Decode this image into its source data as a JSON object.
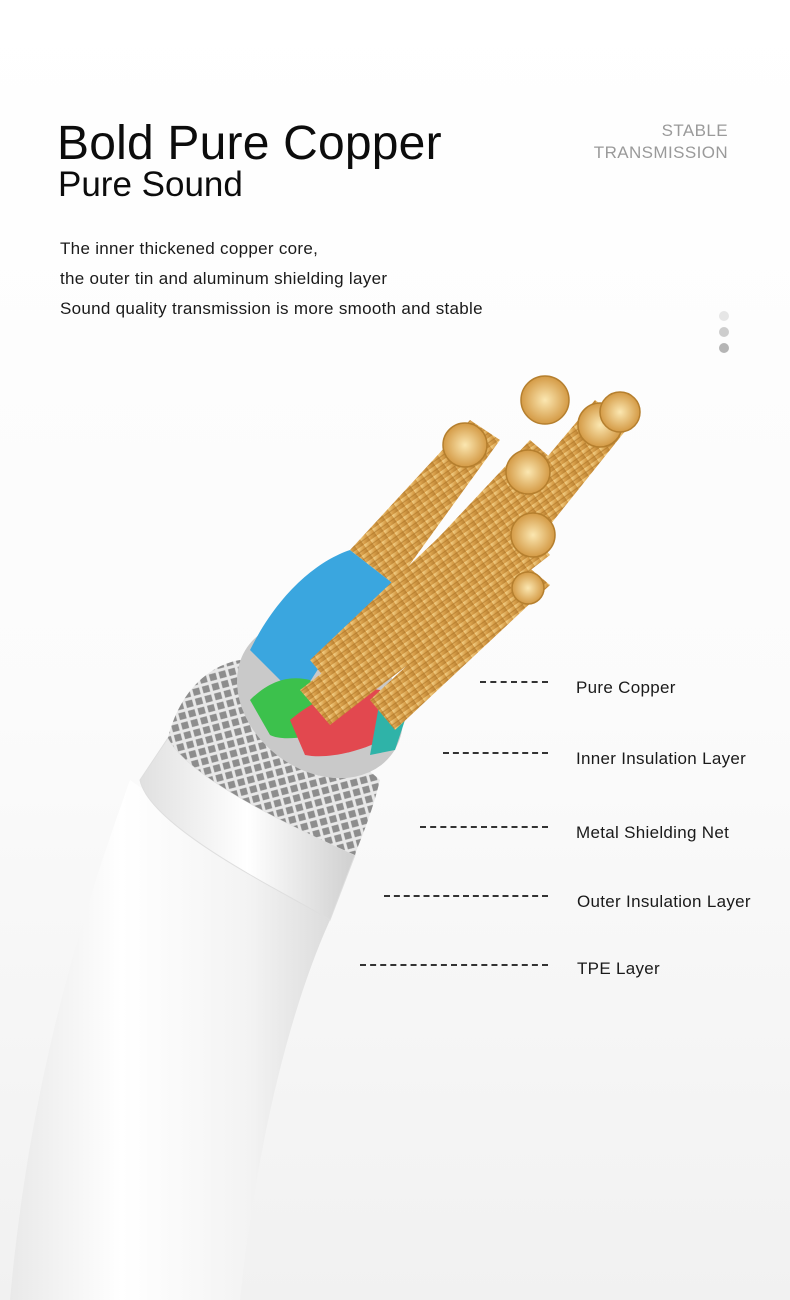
{
  "header": {
    "title": "Bold Pure Copper",
    "subtitle": "Pure Sound",
    "tag_lines": [
      "STABLE",
      "TRANSMISSION"
    ]
  },
  "description": {
    "lines": [
      "The inner thickened copper core,",
      "the outer tin and aluminum shielding layer",
      "Sound quality transmission is more smooth and stable"
    ]
  },
  "indicator": {
    "colors": [
      "#e6e6e6",
      "#cdcdcd",
      "#b5b5b5"
    ]
  },
  "layers": [
    {
      "label": "Pure Copper"
    },
    {
      "label": "Inner Insulation Layer"
    },
    {
      "label": "Metal Shielding Net"
    },
    {
      "label": "Outer Insulation Layer"
    },
    {
      "label": "TPE Layer"
    }
  ],
  "colors": {
    "copper": "#d7a04c",
    "copper_light": "#f1cf86",
    "blue_insulation": "#3aa6df",
    "green_insulation": "#3cc14c",
    "red_insulation": "#e2484f",
    "teal_insulation": "#2fb3a8",
    "cable_white": "#f6f6f6",
    "shield_gray": "#b9b9b9"
  },
  "icons": {
    "cable": "cable-cross-section-illustration"
  }
}
